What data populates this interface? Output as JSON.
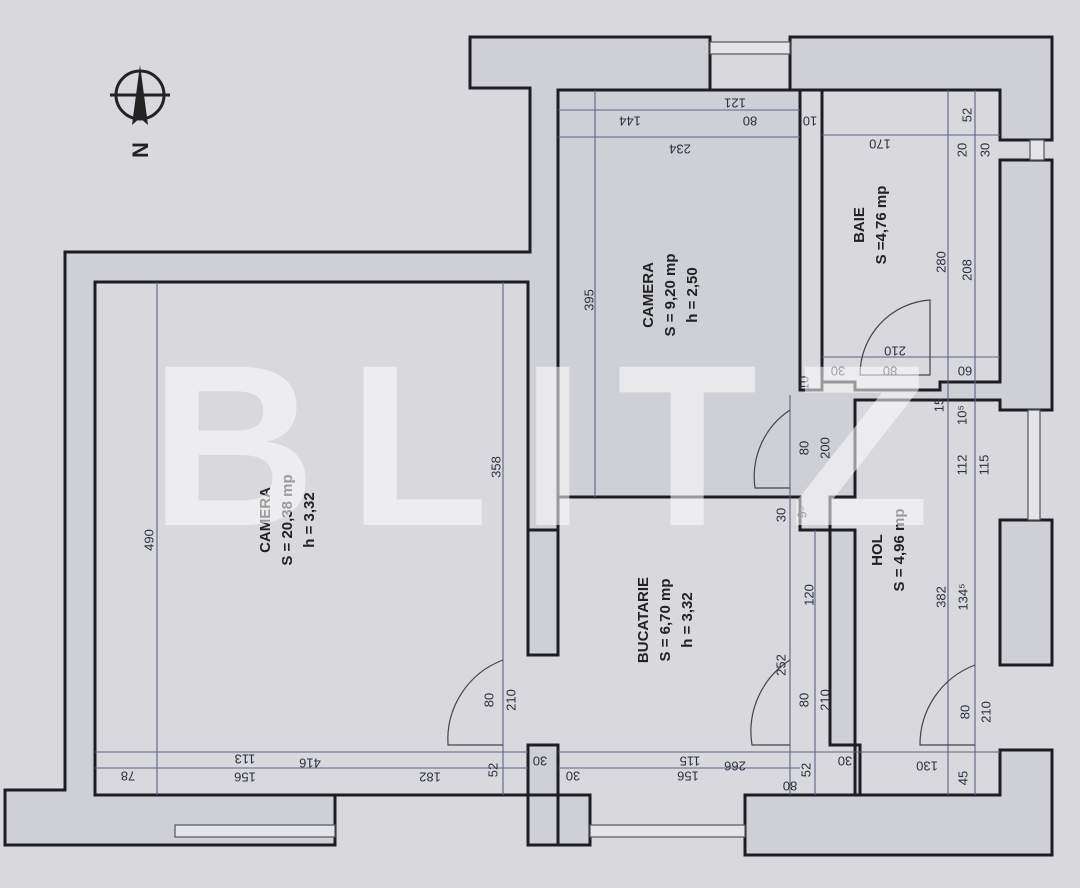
{
  "compass": {
    "label": "N",
    "icon": "north-arrow-icon"
  },
  "watermark": "BLITZ",
  "rooms": [
    {
      "name": "CAMERA",
      "area": "S = 20,38 mp",
      "height": "h = 3,32"
    },
    {
      "name": "CAMERA",
      "area": "S = 9,20 mp",
      "height": "h = 2,50"
    },
    {
      "name": "BAIE",
      "area": "S =4,76 mp"
    },
    {
      "name": "BUCATARIE",
      "area": "S = 6,70 mp",
      "height": "h = 3,32"
    },
    {
      "name": "HOL",
      "area": "S = 4,96 mp"
    }
  ],
  "dimensions": [
    "121",
    "144",
    "80",
    "10",
    "234",
    "395",
    "52",
    "170",
    "20",
    "30",
    "280",
    "208",
    "210",
    "30",
    "80",
    "60",
    "10",
    "15",
    "10⁵",
    "112",
    "115",
    "80",
    "200",
    "30",
    "9⁵",
    "382",
    "134⁵",
    "120",
    "252",
    "80",
    "210",
    "80",
    "210",
    "130",
    "45",
    "30",
    "52",
    "80",
    "156",
    "115",
    "266",
    "30",
    "30",
    "490",
    "358",
    "80",
    "210",
    "113",
    "416",
    "78",
    "156",
    "182",
    "52"
  ],
  "colors": {
    "wall": "#1e1e22",
    "dimension": "#5a6482",
    "background": "#d9d9dd"
  }
}
